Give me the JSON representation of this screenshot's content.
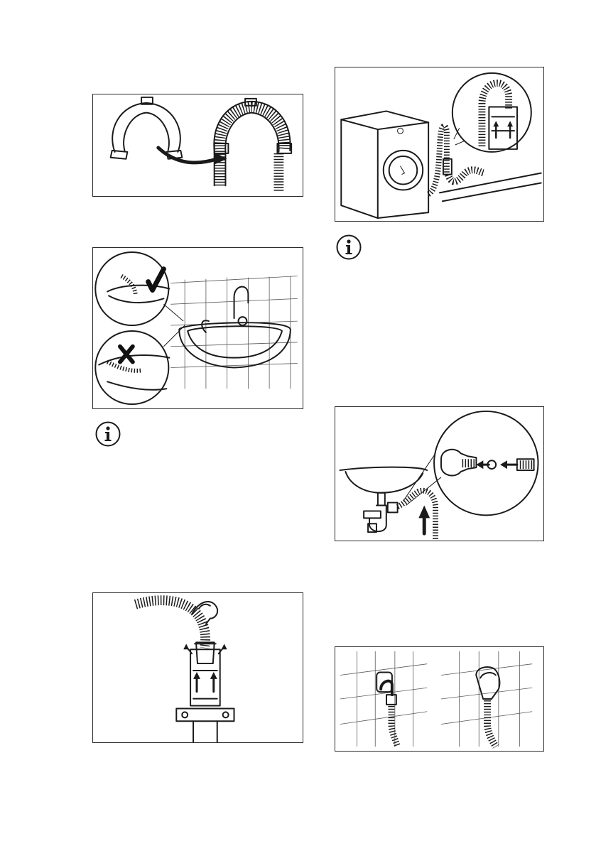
{
  "page": {
    "background": "#ffffff",
    "line_color": "#1a1a1a"
  },
  "figures": [
    {
      "id": "hose-guide",
      "icons": [
        "hose-guide-icon",
        "arrow-icon",
        "hose-icon"
      ]
    },
    {
      "id": "washbasin-edge",
      "icons": [
        "check-mark-icon",
        "cross-mark-icon",
        "faucet-icon",
        "washbasin-icon"
      ]
    },
    {
      "id": "standpipe",
      "icons": [
        "hand-icon",
        "hose-icon",
        "arrow-up-icon"
      ]
    },
    {
      "id": "washing-machine-drain",
      "icons": [
        "washing-machine-icon",
        "hose-icon",
        "arrow-up-icon"
      ]
    },
    {
      "id": "sink-trap-spigot",
      "icons": [
        "sink-icon",
        "siphon-icon",
        "spigot-icon",
        "arrow-icon"
      ]
    },
    {
      "id": "wall-drain",
      "icons": [
        "wall-outlet-icon",
        "hose-icon"
      ]
    }
  ],
  "info_icons": [
    "info-icon",
    "info-icon"
  ]
}
